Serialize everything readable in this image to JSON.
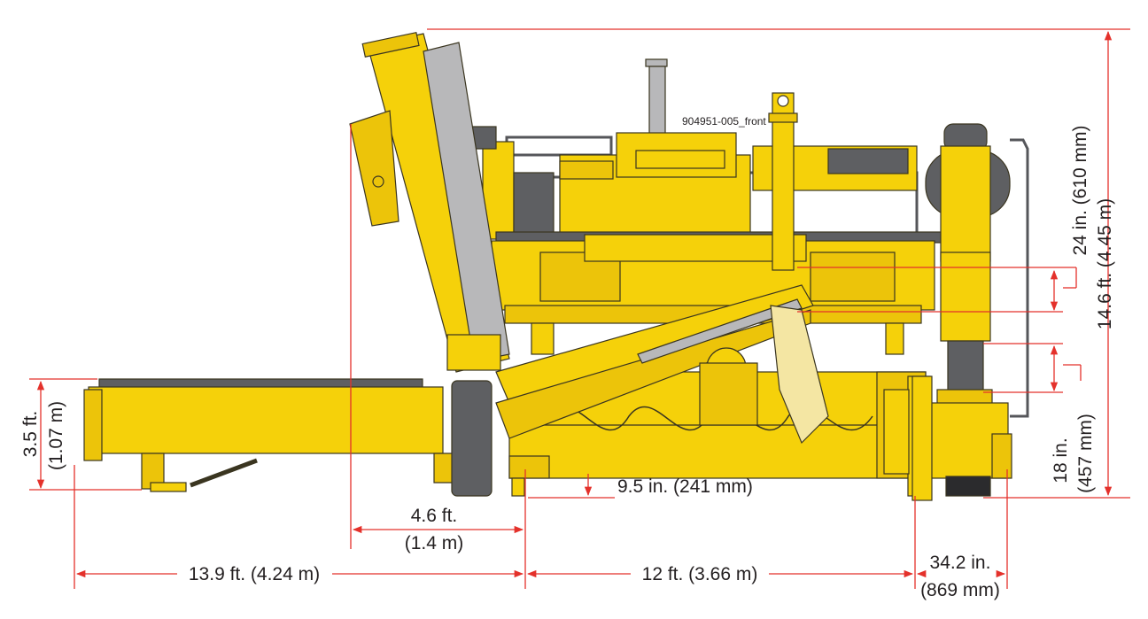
{
  "drawing": {
    "code": "904951-005_front",
    "colors": {
      "machine": "#f5d10a",
      "dimension": "#e4312b",
      "text": "#231f20"
    }
  },
  "dims": {
    "total_height": "14.6 ft. (4.45 m)",
    "upper_travel": "24 in. (610 mm)",
    "lower_travel_value": "18 in.",
    "lower_travel_metric": "(457 mm)",
    "conveyor_height_value": "3.5 ft.",
    "conveyor_height_metric": "(1.07 m)",
    "clearance": "9.5 in. (241 mm)",
    "offset_value": "4.6 ft.",
    "offset_metric": "(1.4 m)",
    "conveyor_length": "13.9 ft. (4.24 m)",
    "tracks_width": "12 ft. (3.66 m)",
    "end_value": "34.2 in.",
    "end_metric": "(869 mm)"
  }
}
